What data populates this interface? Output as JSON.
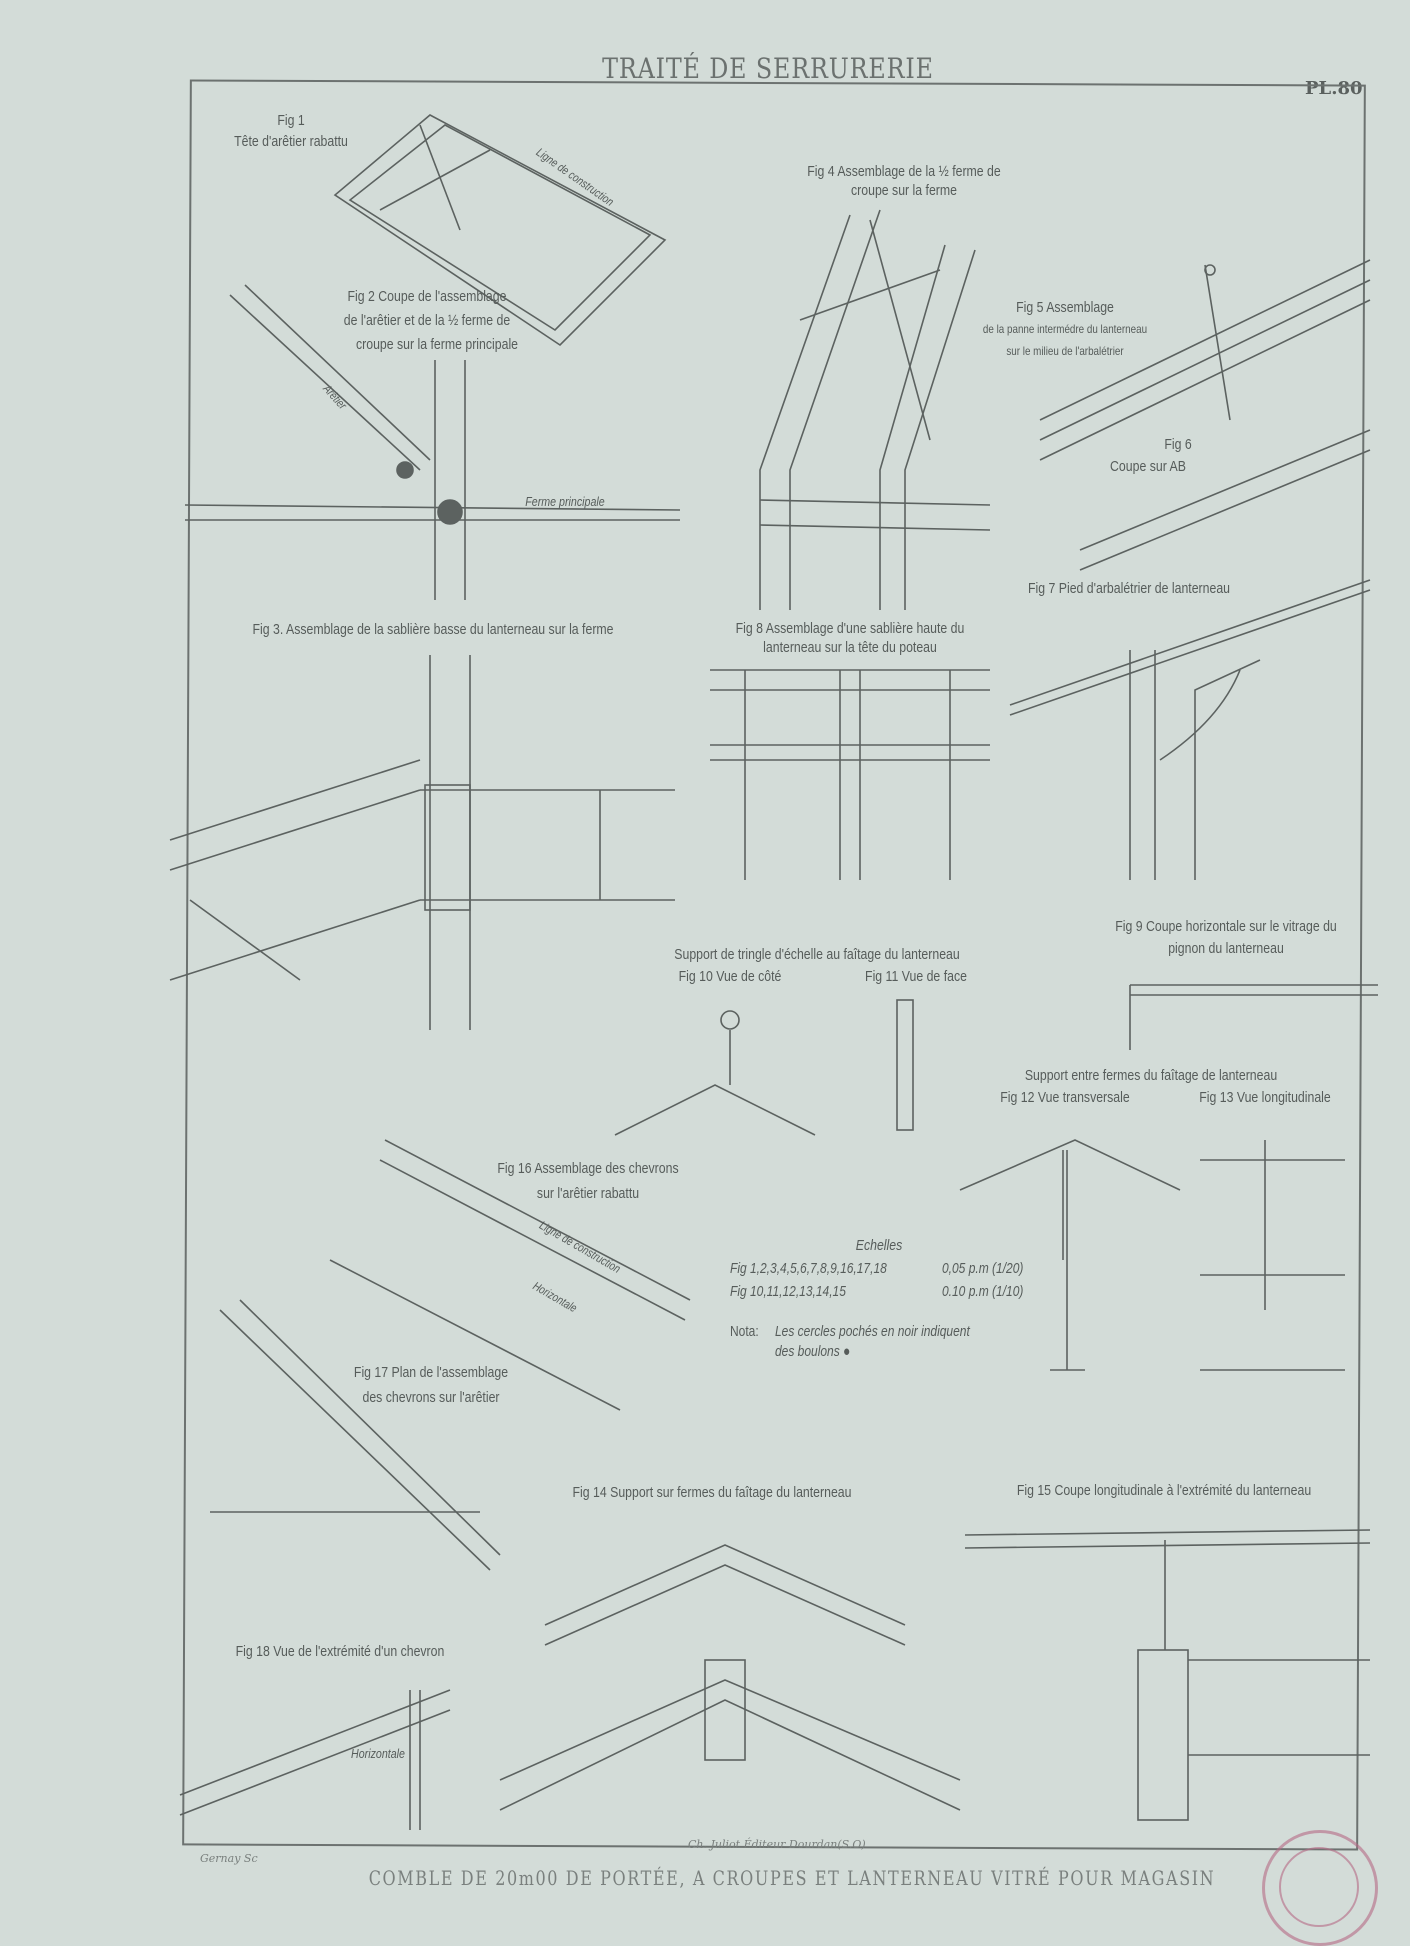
{
  "header": {
    "title": "TRAITÉ DE SERRURERIE",
    "plate": "PL.80"
  },
  "figures": {
    "fig1": {
      "num": "Fig 1",
      "caption": "Tête d'arêtier rabattu",
      "note": "Ligne de construction"
    },
    "fig2": {
      "line1": "Fig 2  Coupe de l'assemblage",
      "line2": "de l'arêtier et de la ½ ferme de",
      "line3": "croupe sur la ferme principale",
      "aretier": "Arêtier",
      "ferme": "Ferme principale"
    },
    "fig3": {
      "caption": "Fig 3.  Assemblage de la sablière basse du lanterneau sur la ferme"
    },
    "fig4": {
      "line1": "Fig 4  Assemblage de la ½ ferme de",
      "line2": "croupe sur la ferme"
    },
    "fig5": {
      "line1": "Fig 5  Assemblage",
      "line2": "de la panne intermédre du lanterneau",
      "line3": "sur le milieu de l'arbalétrier"
    },
    "fig6": {
      "num": "Fig 6",
      "caption": "Coupe sur AB"
    },
    "fig7": {
      "caption": "Fig 7  Pied d'arbalétrier de lanterneau"
    },
    "fig8": {
      "line1": "Fig 8  Assemblage d'une sablière haute du",
      "line2": "lanterneau sur la tête du poteau"
    },
    "fig9": {
      "line1": "Fig 9  Coupe horizontale sur le vitrage du",
      "line2": "pignon du lanterneau"
    },
    "fig10_11": {
      "heading": "Support de tringle d'échelle au faîtage du lanterneau",
      "fig10": "Fig 10  Vue de côté",
      "fig11": "Fig 11  Vue de face"
    },
    "fig12_13": {
      "heading": "Support entre fermes du faîtage de lanterneau",
      "fig12": "Fig 12  Vue transversale",
      "fig13": "Fig 13  Vue longitudinale"
    },
    "fig14": {
      "caption": "Fig 14  Support sur fermes du faîtage du lanterneau"
    },
    "fig15": {
      "caption": "Fig 15  Coupe longitudinale à l'extrémité du lanterneau"
    },
    "fig16": {
      "line1": "Fig 16  Assemblage des chevrons",
      "line2": "sur l'arêtier rabattu",
      "note1": "Ligne de construction",
      "note2": "Horizontale"
    },
    "fig17": {
      "line1": "Fig 17  Plan de l'assemblage",
      "line2": "des chevrons sur l'arêtier"
    },
    "fig18": {
      "caption": "Fig 18  Vue de l'extrémité d'un chevron",
      "note": "Horizontale"
    }
  },
  "scales": {
    "heading": "Echelles",
    "rows": [
      {
        "figs": "Fig  1,2,3,4,5,6,7,8,9,16,17,18",
        "scale": "0,05 p.m (1/20)"
      },
      {
        "figs": "Fig  10,11,12,13,14,15",
        "scale": "0.10 p.m (1/10)"
      }
    ],
    "nota_label": "Nota:",
    "nota_text": "Les cercles pochés en noir indiquent",
    "nota_text2": "des boulons ●"
  },
  "footer": {
    "title": "COMBLE DE 20m00 DE PORTÉE, A CROUPES ET LANTERNEAU VITRÉ POUR MAGASIN",
    "engraver": "Gernay Sc",
    "publisher": "Ch. Juliot Éditeur Dourdan(S.O)"
  },
  "colors": {
    "paper": "#d3dcd8",
    "ink": "#505654",
    "stamp": "#b66a86"
  }
}
